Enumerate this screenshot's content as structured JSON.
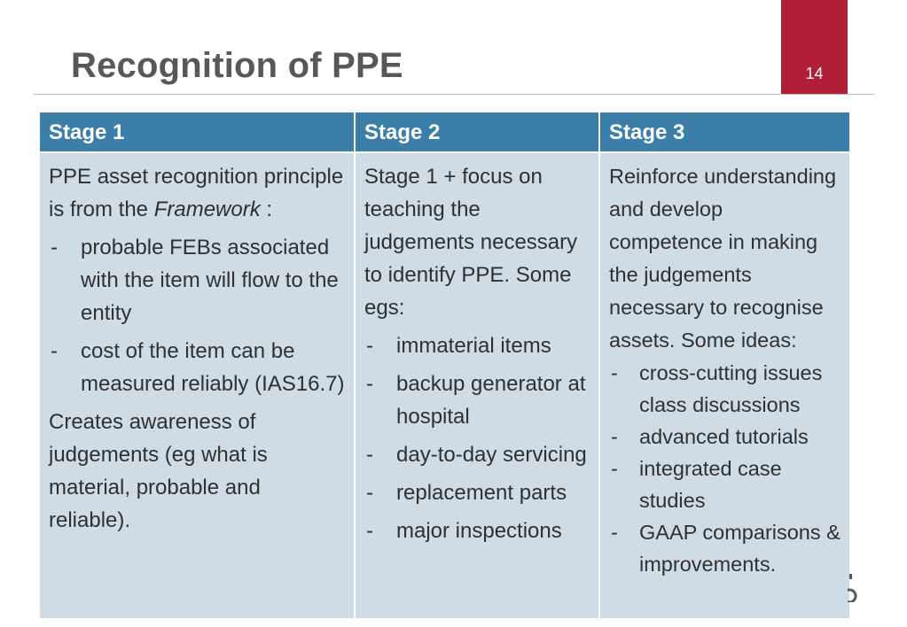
{
  "slide": {
    "title": "Recognition of PPE",
    "page_number": "14",
    "accent_color": "#b01e38",
    "header_color": "#3b7ea7",
    "cell_color": "#cfdce6"
  },
  "table": {
    "headers": [
      "Stage 1",
      "Stage 2",
      "Stage 3"
    ],
    "stage1": {
      "intro_text": "PPE asset recognition principle is from the",
      "intro_em": "Framework",
      "intro_after": " :",
      "bullets": [
        "probable FEBs associated with the item will flow to the entity",
        "cost of the item can be measured reliably (IAS16.7)"
      ],
      "closing": "Creates awareness of judgements (eg what is material, probable and reliable)."
    },
    "stage2": {
      "intro": "Stage 1 + focus on teaching the judgements necessary to identify PPE.  Some egs:",
      "bullets": [
        "immaterial items",
        "backup generator at hospital",
        "day-to-day servicing",
        "replacement parts",
        "major inspections"
      ]
    },
    "stage3": {
      "intro": "Reinforce understanding and develop competence in making the judgements necessary to recognise assets. Some ideas:",
      "bullets": [
        "cross-cutting issues class discussions",
        "advanced tutorials",
        "integrated case studies",
        "GAAP comparisons & improvements."
      ]
    }
  }
}
